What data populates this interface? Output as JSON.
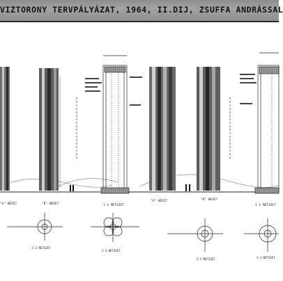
{
  "title": "VIZTORONY TERVPÁLYÁZAT, 1964, II.DIJ, ZSUFFA ANDRÁSSAL",
  "elevation_labels": [
    "\"A\" NÉZET",
    "\"B\" NÉZET",
    "1-1 METSZET",
    "\"A\" NÉZET",
    "\"B\" NÉZET",
    "1-1 METSZET"
  ],
  "section_labels": [
    "2-2 METSZET",
    "3-3 METSZET",
    "2-2 METSZET",
    "3-3 METSZET"
  ],
  "colors": {
    "ink": "#1a1a1a",
    "title_bg": "#9a9a9a",
    "paper": "#ffffff"
  }
}
